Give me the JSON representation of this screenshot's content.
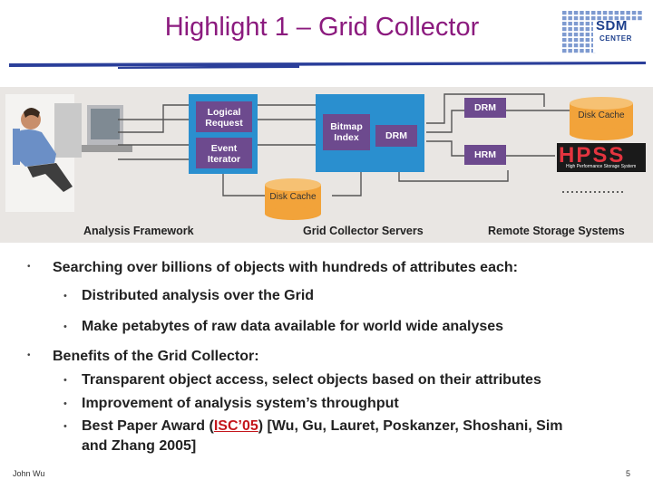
{
  "slide": {
    "title": "Highlight 1 – Grid Collector",
    "logo": {
      "line1": "SDM",
      "line2": "CENTER"
    }
  },
  "figure": {
    "boxes": {
      "logical_request": "Logical Request",
      "event_iterator": "Event Iterator",
      "bitmap_index": "Bitmap Index",
      "drm_center": "DRM",
      "disk_cache_center": "Disk Cache",
      "drm_right": "DRM",
      "hrm": "HRM",
      "disk_cache_right": "Disk Cache",
      "hpss": "HPSS",
      "hpss_sub": "High Performance Storage System"
    },
    "captions": {
      "left": "Analysis Framework",
      "center": "Grid Collector Servers",
      "right": "Remote Storage Systems"
    }
  },
  "bullets": {
    "b1": "Searching over billions of objects with hundreds of attributes each:",
    "b1_sub1": "Distributed analysis over the Grid",
    "b1_sub2": "Make petabytes of raw data available for world wide analyses",
    "b2": "Benefits of the Grid Collector:",
    "b2_sub1": "Transparent object access, select objects based on their attributes",
    "b2_sub2": "Improvement of analysis system’s throughput",
    "b2_sub3_pre": "Best Paper Award (",
    "b2_sub3_link": "ISC’05",
    "b2_sub3_post": ") [Wu, Gu, Lauret, Poskanzer, Shoshani, Sim",
    "b2_sub3_line2": "and Zhang 2005]"
  },
  "footer": {
    "author": "John Wu",
    "page": "5"
  },
  "colors": {
    "title": "#8b1a7e",
    "box_blue": "#2a8fcf",
    "box_purple": "#6d4a8e",
    "cache_orange": "#f2a33a",
    "link": "#c4161c"
  }
}
